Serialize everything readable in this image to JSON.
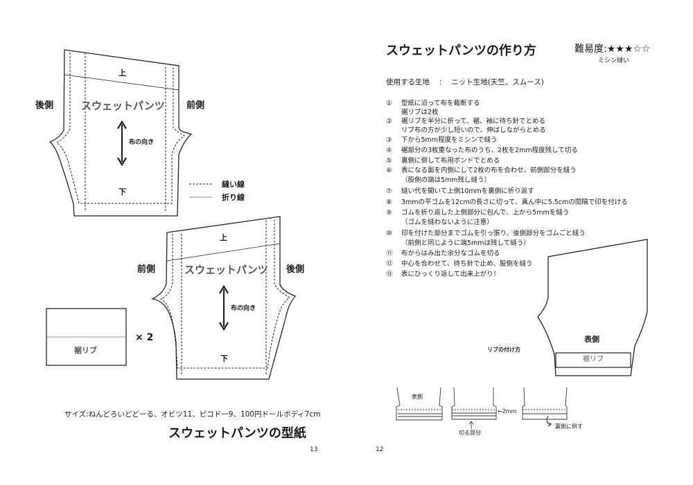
{
  "left_page": {
    "pattern1": {
      "top_label": "上",
      "name": "スウェットパンツ",
      "grain": "布の向き",
      "bottom_label": "下",
      "left_side": "後側",
      "right_side": "前側"
    },
    "pattern2": {
      "top_label": "上",
      "name": "スウェットパンツ",
      "grain": "布の向き",
      "bottom_label": "下",
      "left_side": "前側",
      "right_side": "後側"
    },
    "legend": {
      "stitch": "縫い線",
      "fold": "折り線"
    },
    "rib": {
      "label": "裾リブ",
      "count": "× 2"
    },
    "sizes": "サイズ:ねんどろいどどーる、オビツ11、ピコドー9、100円ドールボディ7cm",
    "footer_title": "スウェットパンツの型紙",
    "page_number": "13"
  },
  "right_page": {
    "title": "スウェットパンツの作り方",
    "difficulty": "難易度:★★★☆☆",
    "difficulty_note": "ミシン縫い",
    "fabric": "使用する生地 　:　 ニット生地(天竺、スムース)",
    "steps": [
      {
        "num": "①",
        "text": "型紙に沿って布を裁断する"
      },
      {
        "num": "",
        "text": "裾リブは2枚"
      },
      {
        "num": "②",
        "text": "裾リブを半分に折って、裾、袖に待ち針でとめる"
      },
      {
        "num": "",
        "text": "リブ布の方が少し短いので、伸ばしながらとめる"
      },
      {
        "num": "③",
        "text": "下から5mm程度をミシンで縫う"
      },
      {
        "num": "④",
        "text": "裾部分の3枚重なった布のうち、2枚を2mm程度残して切る"
      },
      {
        "num": "⑤",
        "text": "裏側に倒して布用ボンドでとめる"
      },
      {
        "num": "⑥",
        "text": "表になる面を内側にして2枚の布を合わせ、前側部分を縫う"
      },
      {
        "num": "",
        "text": "（股側の端は5mm残し縫う）"
      },
      {
        "num": "⑦",
        "text": "縫い代を開いて上側10mmを裏側に折り返す"
      },
      {
        "num": "⑧",
        "text": "3mmの平ゴムを12cmの長さに切って、真ん中に5.5cmの間隔で印を付ける"
      },
      {
        "num": "⑨",
        "text": "ゴムを折り返した上側部分に包んで、上から5mmを縫う"
      },
      {
        "num": "",
        "text": "（ゴムを縫わないように注意）"
      },
      {
        "num": "⑩",
        "text": "印を付けた部分までゴムを引っ張り、後側部分をゴムごと縫う"
      },
      {
        "num": "",
        "text": "（前側と同じように端5mmは残して縫う）"
      },
      {
        "num": "⑪",
        "text": "布からはみ出た余分なゴムを切る"
      },
      {
        "num": "⑫",
        "text": "中心を合わせて、待ち針で止め、股側を縫う"
      },
      {
        "num": "⑬",
        "text": "表にひっくり返して出来上がり！"
      }
    ],
    "diagram": {
      "front_label": "表側",
      "rib_label": "裾リブ",
      "rib_attach_title": "リブの付け方",
      "step_a_label": "表側",
      "step_b_label": "切る部分",
      "step_b_measure": "←2mm",
      "step_c_label": "裏側に倒す"
    },
    "page_number": "12"
  }
}
